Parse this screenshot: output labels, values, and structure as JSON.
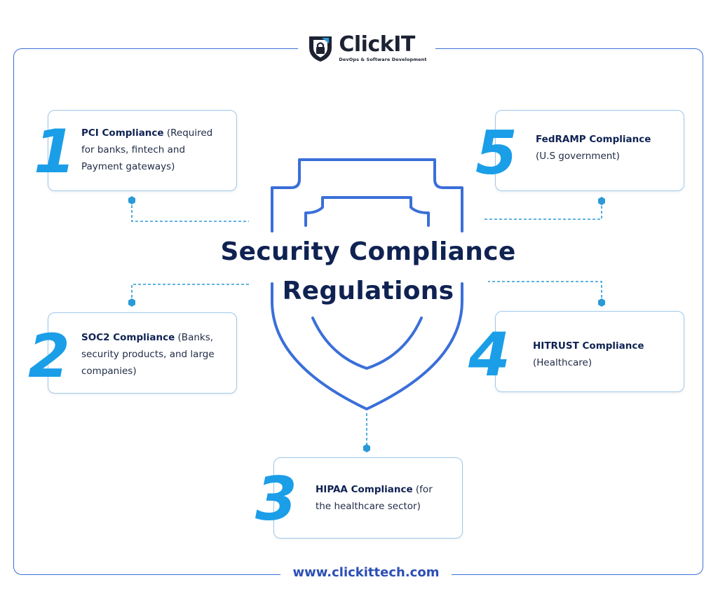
{
  "brand": {
    "name": "ClickIT",
    "tagline": "DevOps & Software Development",
    "website": "www.clickittech.com"
  },
  "title": {
    "line1": "Security Compliance",
    "line2": "Regulations"
  },
  "items": [
    {
      "number": "1",
      "name": "PCI Compliance",
      "detail_a": " (Required",
      "line2": "for banks, fintech and",
      "line3": "Payment gateways)"
    },
    {
      "number": "2",
      "name": "SOC2 Compliance",
      "detail_a": " (Banks,",
      "line2": "security products, and large",
      "line3": "companies)"
    },
    {
      "number": "3",
      "name": "HIPAA Compliance",
      "detail_a": " (for",
      "line2": "the healthcare sector)",
      "line3": ""
    },
    {
      "number": "4",
      "name": "HITRUST Compliance",
      "detail_a": "",
      "line2": "(Healthcare)",
      "line3": ""
    },
    {
      "number": "5",
      "name": "FedRAMP Compliance",
      "detail_a": "",
      "line2": "(U.S government)",
      "line3": ""
    }
  ],
  "colors": {
    "frame": "#3a6fd8",
    "number": "#1a9ee8",
    "title": "#0f2252",
    "shield": "#3a6fd8",
    "connector": "#2a9ad8"
  }
}
